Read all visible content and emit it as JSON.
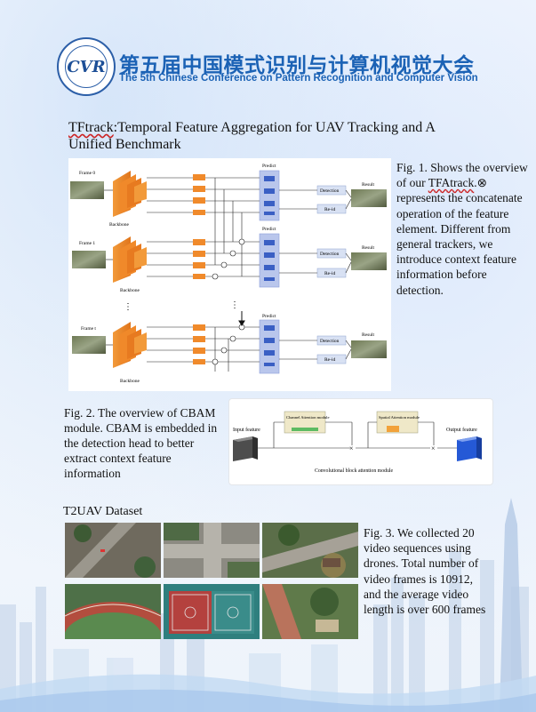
{
  "header": {
    "logo_text": "CVR",
    "title_cn": "第五届中国模式识别与计算机视觉大会",
    "title_en": "The 5th Chinese Conference on Pattern Recognition and Computer Vision"
  },
  "paper": {
    "title_part1": "TFtrack",
    "title_part2": ":Temporal Feature Aggregation for UAV Tracking and A Unified Benchmark"
  },
  "fig1": {
    "caption_before": "Fig. 1. Shows the overview of our ",
    "caption_name": "TFAtrack",
    "caption_after": ".⊗ represents the concatenate operation of the feature element. Different from general trackers, we introduce context feature information before detection.",
    "frames": [
      "Frame 0",
      "Frame 1",
      "Frame t"
    ],
    "backbone": "Backbone",
    "predict": "Predict",
    "detection": "Detection",
    "reid": "Re-id",
    "result": "Result",
    "ellipsis": "⋮"
  },
  "fig2": {
    "caption": "Fig. 2. The overview of CBAM module. CBAM is embedded in the detection head to better extract context feature information",
    "input_feature": "Input feature",
    "channel_module": "Channel Attention module",
    "spatial_module": "Spatial Attention module",
    "output_feature": "Output feature",
    "block_label": "Convolutional block attention module",
    "times": "×"
  },
  "dataset": {
    "title": "T2UAV Dataset",
    "caption": "Fig. 3. We collected 20 video sequences using drones. Total number of video frames is 10912, and the average video length is over 600 frames"
  }
}
